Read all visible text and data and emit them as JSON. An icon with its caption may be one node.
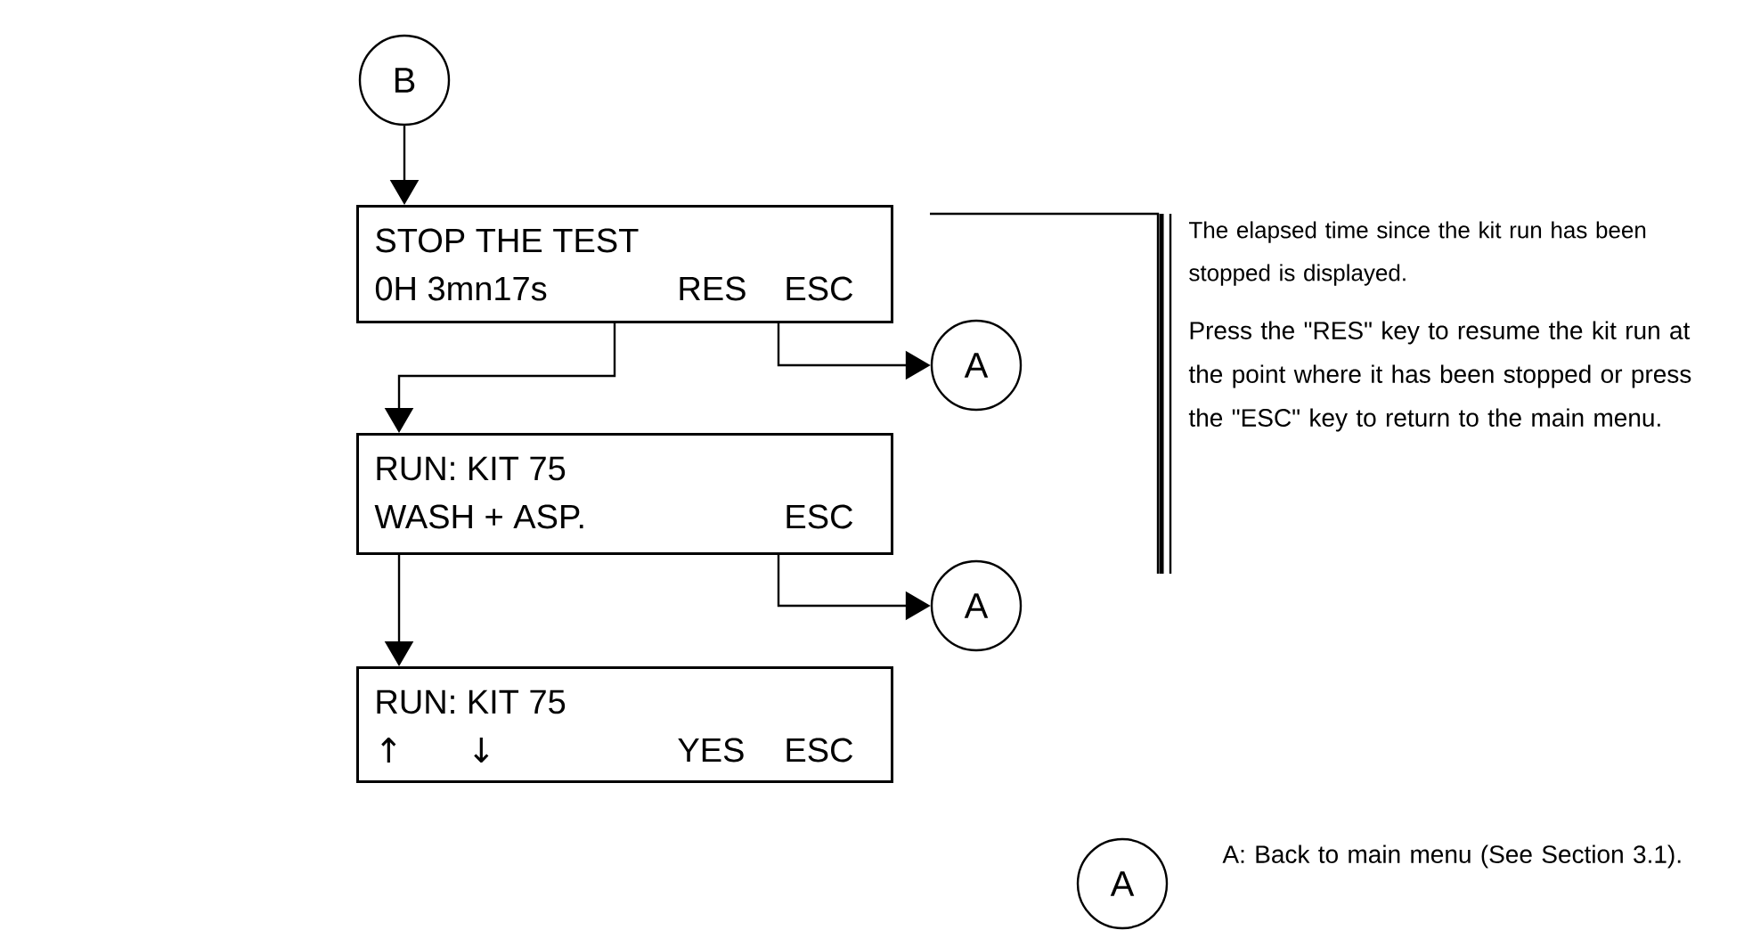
{
  "diagram": {
    "nodes": [
      {
        "text": [
          "B"
        ]
      },
      {
        "text": [
          "STOP THE TEST",
          "0H 3mn17s",
          "RES",
          "ESC"
        ]
      },
      {
        "text": [
          "A"
        ]
      },
      {
        "text": [
          "RUN: KIT 75",
          "WASH + ASP.",
          "ESC"
        ]
      },
      {
        "text": [
          "A"
        ]
      },
      {
        "text": [
          "RUN: KIT 75",
          "↑",
          "↓",
          "YES",
          "ESC"
        ]
      },
      {
        "text": [
          "A"
        ],
        "beside": [
          "A: Back to main menu (See Section 3.1)."
        ]
      }
    ],
    "edges": [
      {
        "from": 0,
        "to": 1,
        "arrow": "to"
      },
      {
        "from": 1,
        "to": 3,
        "arrow": "to"
      },
      {
        "from": 1,
        "to": 2,
        "arrow": "to"
      },
      {
        "from": 3,
        "to": 4,
        "arrow": "to"
      },
      {
        "from": 3,
        "to": 5,
        "arrow": "to"
      }
    ],
    "labels": [
      "The elapsed time since the kit run has been stopped is displayed.",
      "Press the \"RES\" key to resume the kit run at the point where it has been stopped or press the \"ESC\" key to return to the main menu."
    ]
  }
}
